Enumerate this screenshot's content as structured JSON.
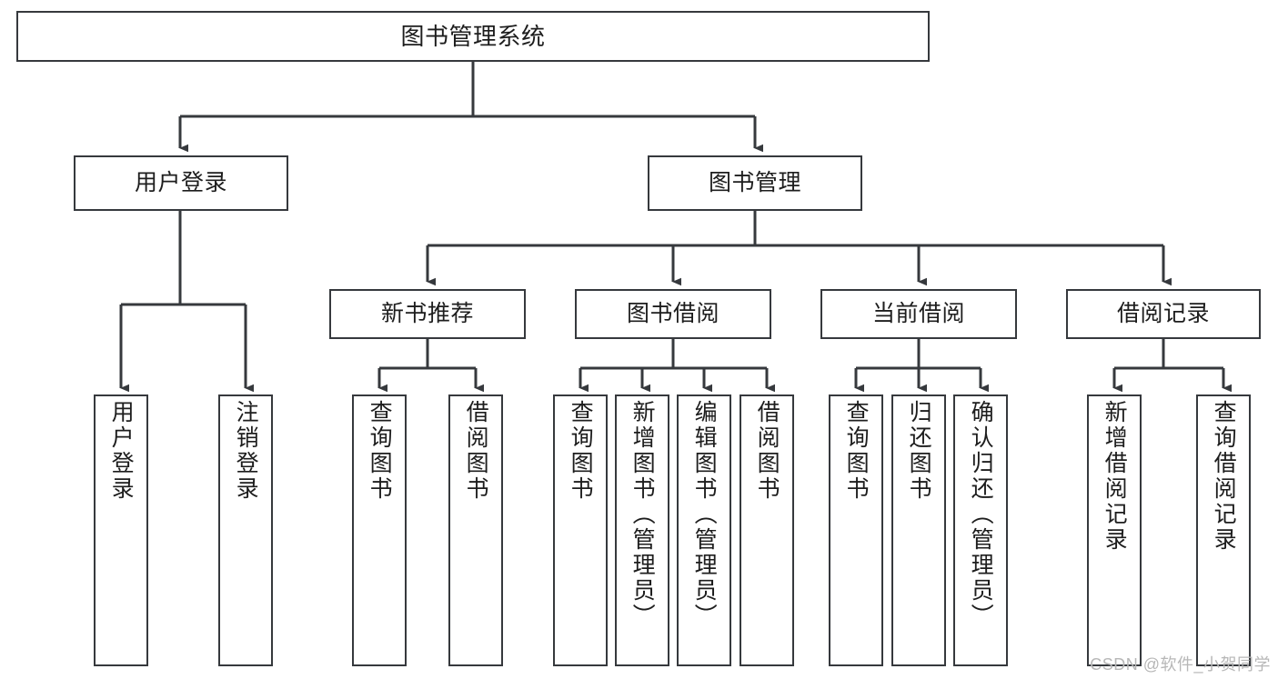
{
  "diagram": {
    "title": "图书管理系统",
    "type": "tree-hierarchy-chart",
    "edge_color": "#36393d",
    "box_border_color": "#36393d",
    "background_color": "#ffffff",
    "text_color": "#1d1d1d"
  },
  "nodes": {
    "root": {
      "label": "图书管理系统"
    },
    "level2": [
      {
        "label": "用户登录"
      },
      {
        "label": "图书管理"
      }
    ],
    "level3": [
      {
        "label": "新书推荐"
      },
      {
        "label": "图书借阅"
      },
      {
        "label": "当前借阅"
      },
      {
        "label": "借阅记录"
      }
    ],
    "leaves": {
      "user_login": [
        {
          "label": "用户登录"
        },
        {
          "label": "注销登录"
        }
      ],
      "new_book_recommend": [
        {
          "label": "查询图书"
        },
        {
          "label": "借阅图书"
        }
      ],
      "book_borrow": [
        {
          "label": "查询图书"
        },
        {
          "label": "新增图书（管理员）"
        },
        {
          "label": "编辑图书（管理员）"
        },
        {
          "label": "借阅图书"
        }
      ],
      "current_borrow": [
        {
          "label": "查询图书"
        },
        {
          "label": "归还图书"
        },
        {
          "label": "确认归还（管理员）"
        }
      ],
      "borrow_record": [
        {
          "label": "新增借阅记录"
        },
        {
          "label": "查询借阅记录"
        }
      ]
    }
  },
  "watermark": {
    "text": "CSDN @软件_小贺同学"
  }
}
